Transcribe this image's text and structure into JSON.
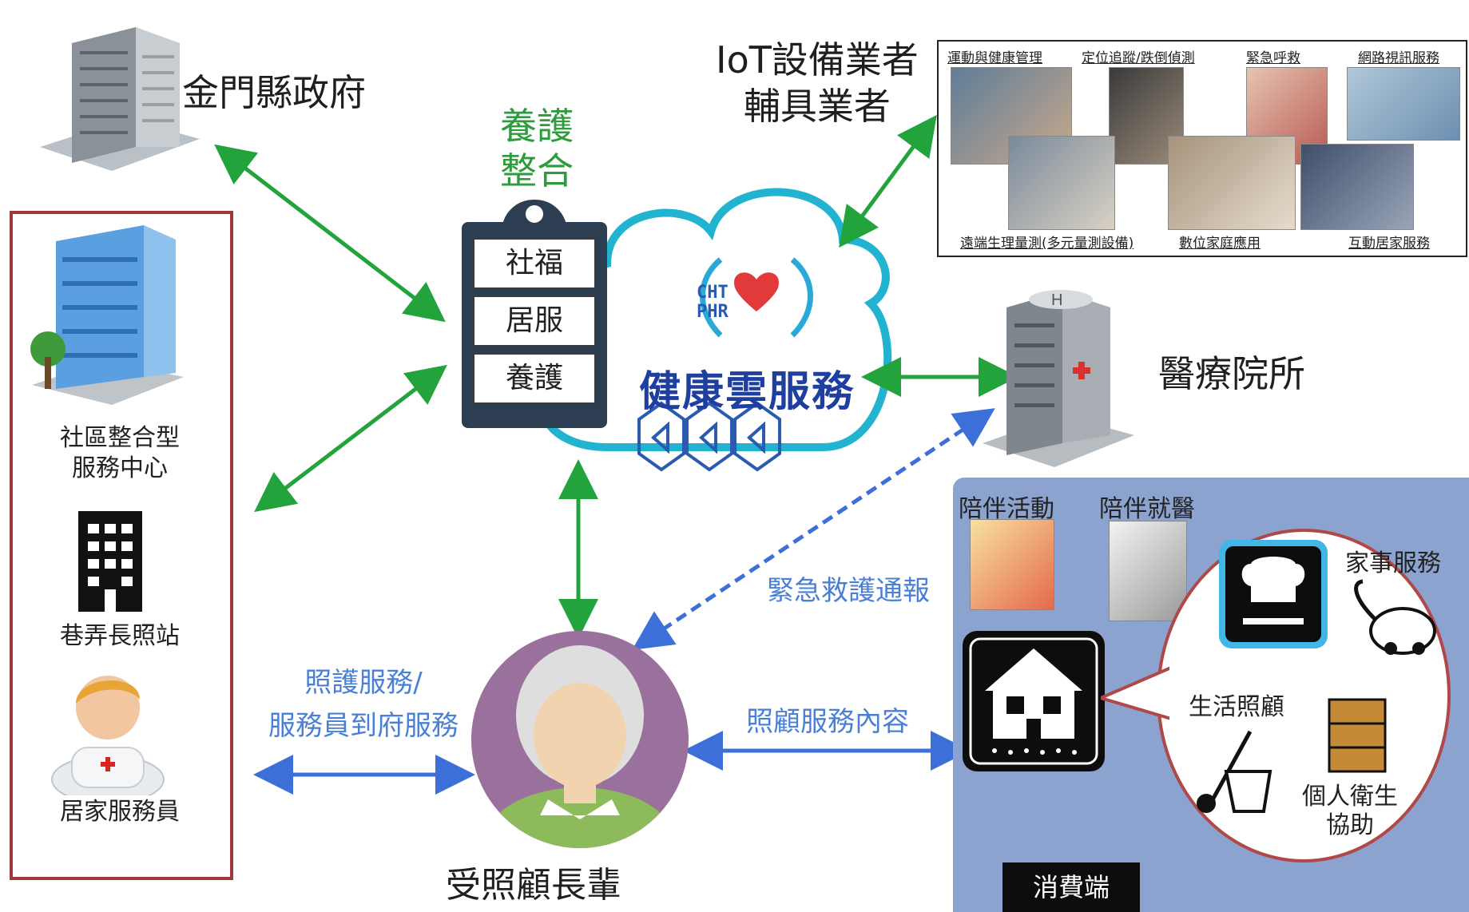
{
  "government": {
    "label": "金門縣政府"
  },
  "integration": {
    "line1": "養護",
    "line2": "整合"
  },
  "clipboard": {
    "items": [
      "社福",
      "居服",
      "養護"
    ]
  },
  "cloud": {
    "logo_line1": "CHT",
    "logo_line2": "PHR",
    "label": "健康雲服務"
  },
  "iot": {
    "line1": "IoT設備業者",
    "line2": "輔具業者",
    "top_captions": [
      "運動與健康管理",
      "定位追蹤/跌倒偵測",
      "緊急呼救",
      "網路視訊服務"
    ],
    "bottom_captions": [
      "遠端生理量測(多元量測設備)",
      "數位家庭應用",
      "互動居家服務"
    ]
  },
  "hospital": {
    "label": "醫療院所"
  },
  "left_panel": {
    "center_line1": "社區整合型",
    "center_line2": "服務中心",
    "station": "巷弄長照站",
    "worker": "居家服務員"
  },
  "links": {
    "care_line1": "照護服務/",
    "care_line2": "服務員到府服務",
    "emergency": "緊急救護通報",
    "content": "照顧服務內容"
  },
  "elder": {
    "label": "受照顧長輩"
  },
  "consumer": {
    "activity": "陪伴活動",
    "medical": "陪伴就醫",
    "housework": "家事服務",
    "daily_care": "生活照顧",
    "hygiene_line1": "個人衛生",
    "hygiene_line2": "協助",
    "tag": "消費端"
  },
  "colors": {
    "green_arrow": "#22a33c",
    "blue_arrow": "#3d6fd9",
    "panel_border": "#a0393d",
    "cloud_stroke": "#21b3d0"
  }
}
